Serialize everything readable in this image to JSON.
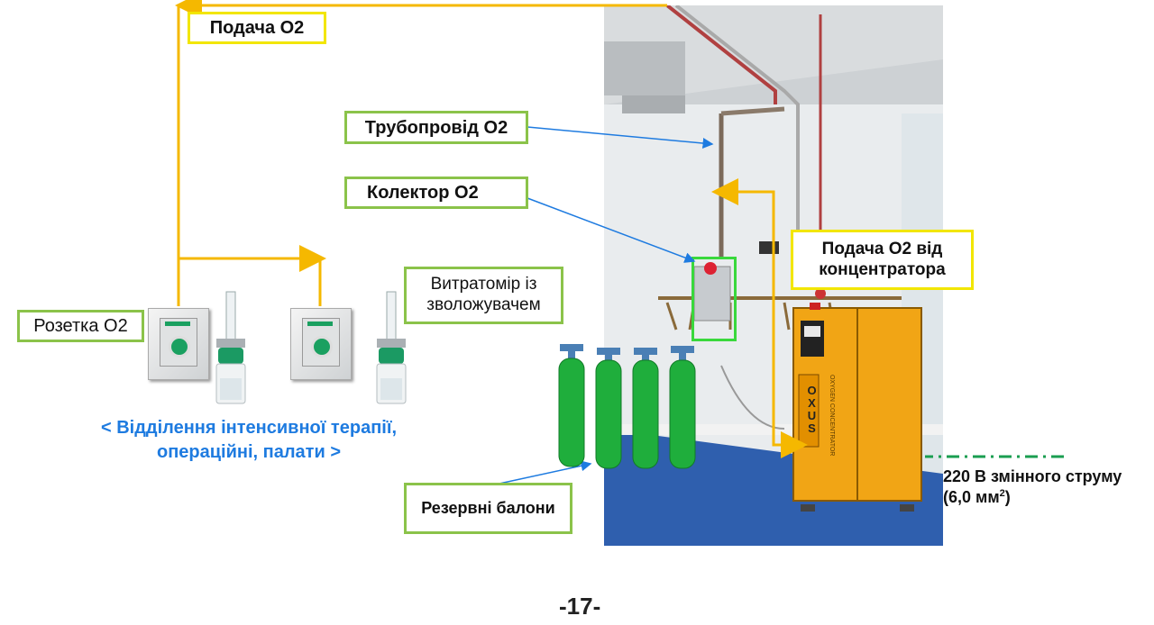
{
  "labels": {
    "supply_o2": "Подача O2",
    "pipeline": "Трубопровід O2",
    "collector": "Колектор O2",
    "supply_from_concentrator": "Подача O2 від концентратора",
    "outlet": "Розетка O2",
    "flowmeter": "Витратомір із зволожувачем",
    "reserve_cylinders": "Резервні балони"
  },
  "caption_line1": "< Відділення інтенсивної терапії,",
  "caption_line2": "операційні, палати >",
  "power_line1": "220 В змінного струму",
  "power_line2": "(6,0 мм",
  "power_sup": "2",
  "power_line2_end": ")",
  "machine_brand": "OXUS",
  "machine_subtitle": "OXYGEN CONCENTRATOR",
  "page_number": "-17-",
  "colors": {
    "supply_line": "#f5b800",
    "green_border": "#8bc34a",
    "yellow_border": "#f2e600",
    "pointer_arrow": "#1e7be0",
    "power_line": "#1a9e50",
    "caption": "#1e7be0"
  }
}
